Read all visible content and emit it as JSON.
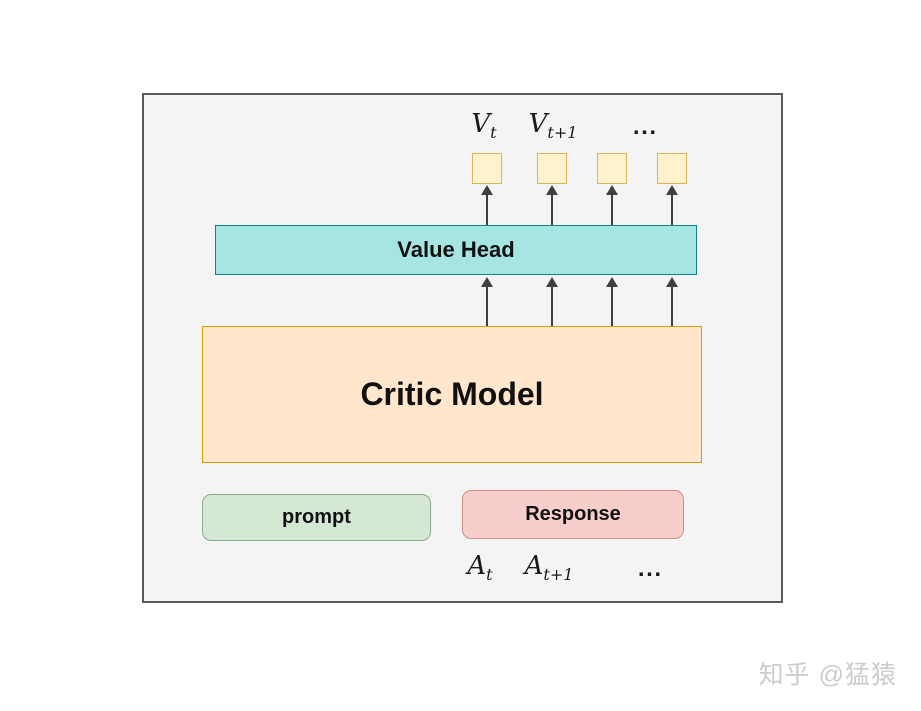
{
  "diagram": {
    "outputs": {
      "labels": [
        {
          "base": "V",
          "sub": "t"
        },
        {
          "base": "V",
          "sub": "t+1"
        },
        {
          "dots": "..."
        }
      ]
    },
    "value_head": {
      "label": "Value Head"
    },
    "critic_model": {
      "label": "Critic Model"
    },
    "prompt_box": {
      "label": "prompt"
    },
    "response_box": {
      "label": "Response"
    },
    "inputs": {
      "labels": [
        {
          "base": "A",
          "sub": "t"
        },
        {
          "base": "A",
          "sub": "t+1"
        },
        {
          "dots": "..."
        }
      ]
    }
  },
  "watermark": {
    "text": "知乎 @猛猿"
  },
  "colors": {
    "panel_bg": "#f4f4f4",
    "panel_border": "#5a5a5a",
    "token_fill": "#fff2cc",
    "token_border": "#d6b656",
    "value_head_fill": "#a7e5e3",
    "value_head_border": "#0f8489",
    "critic_fill": "#ffe6cc",
    "critic_border": "#d79b00",
    "prompt_fill": "#d5e8d4",
    "prompt_border": "#8cab8c",
    "response_fill": "#f8cecc",
    "response_border": "#cc8c8c",
    "arrow": "#3f3f3f",
    "watermark_color": "#cccccc"
  }
}
